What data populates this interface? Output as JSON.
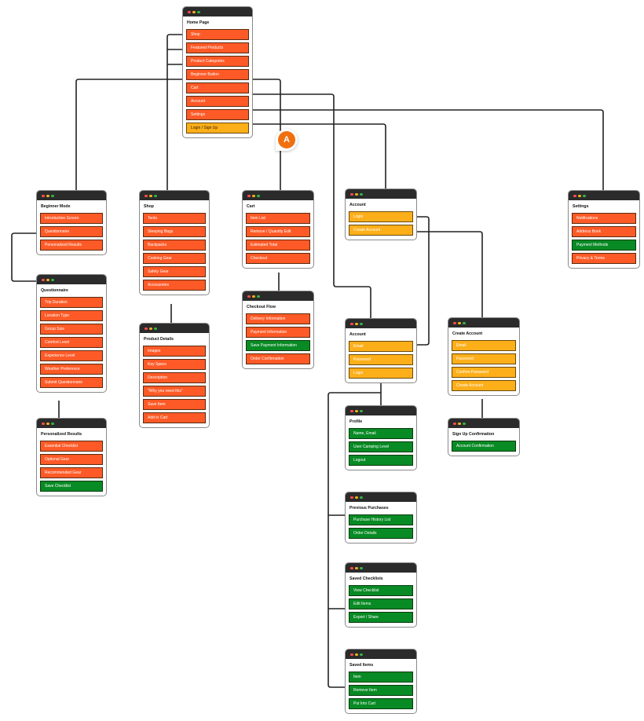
{
  "diagram_title": "Camping Gear Shop Sitemap",
  "colors": {
    "primary_item": "#fe5a27",
    "auth_item": "#fdaf1a",
    "user_item": "#088a24",
    "window_bar": "#2b2b2b",
    "connector": "#222222",
    "marker": "#f07010"
  },
  "marker": {
    "label": "A"
  },
  "windows": [
    {
      "id": "home",
      "title": "Home Page",
      "items": [
        {
          "label": "Shop",
          "color": "orange"
        },
        {
          "label": "Featured Products",
          "color": "orange"
        },
        {
          "label": "Product Categories",
          "color": "orange"
        },
        {
          "label": "Beginner Button",
          "color": "orange"
        },
        {
          "label": "Cart",
          "color": "orange"
        },
        {
          "label": "Account",
          "color": "orange"
        },
        {
          "label": "Settings",
          "color": "orange"
        },
        {
          "label": "Login / Sign Up",
          "color": "yellow"
        }
      ]
    },
    {
      "id": "beginner",
      "title": "Beginner Mode",
      "items": [
        {
          "label": "Introduction Screen",
          "color": "orange"
        },
        {
          "label": "Questionnaire",
          "color": "orange"
        },
        {
          "label": "Personalized Results",
          "color": "orange"
        }
      ]
    },
    {
      "id": "questionnaire",
      "title": "Questionnaire",
      "items": [
        {
          "label": "Trip Duration",
          "color": "orange"
        },
        {
          "label": "Location Type",
          "color": "orange"
        },
        {
          "label": "Group Size",
          "color": "orange"
        },
        {
          "label": "Comfort Level",
          "color": "orange"
        },
        {
          "label": "Experience Level",
          "color": "orange"
        },
        {
          "label": "Weather Preference",
          "color": "orange"
        },
        {
          "label": "Submit Questionnaire",
          "color": "orange"
        }
      ]
    },
    {
      "id": "results",
      "title": "Personalized Results",
      "items": [
        {
          "label": "Essential Checklist",
          "color": "orange"
        },
        {
          "label": "Optional Gear",
          "color": "orange"
        },
        {
          "label": "Recommended Gear",
          "color": "orange"
        },
        {
          "label": "Save Checklist",
          "color": "green"
        }
      ]
    },
    {
      "id": "shop",
      "title": "Shop",
      "items": [
        {
          "label": "Tents",
          "color": "orange"
        },
        {
          "label": "Sleeping Bags",
          "color": "orange"
        },
        {
          "label": "Backpacks",
          "color": "orange"
        },
        {
          "label": "Cooking Gear",
          "color": "orange"
        },
        {
          "label": "Safety Gear",
          "color": "orange"
        },
        {
          "label": "Accessories",
          "color": "orange"
        }
      ]
    },
    {
      "id": "product",
      "title": "Product Details",
      "items": [
        {
          "label": "Images",
          "color": "orange"
        },
        {
          "label": "Key Specs",
          "color": "orange"
        },
        {
          "label": "Description",
          "color": "orange"
        },
        {
          "label": "\"Why you need this\"",
          "color": "orange"
        },
        {
          "label": "Save Item",
          "color": "orange"
        },
        {
          "label": "Add to Cart",
          "color": "orange"
        }
      ]
    },
    {
      "id": "cart",
      "title": "Cart",
      "items": [
        {
          "label": "Item List",
          "color": "orange"
        },
        {
          "label": "Remove / Quantity Edit",
          "color": "orange"
        },
        {
          "label": "Estimated Total",
          "color": "orange"
        },
        {
          "label": "Checkout",
          "color": "orange"
        }
      ]
    },
    {
      "id": "checkout",
      "title": "Checkout Flow",
      "items": [
        {
          "label": "Delivery Information",
          "color": "orange"
        },
        {
          "label": "Payment Information",
          "color": "orange"
        },
        {
          "label": "Save Payment Information",
          "color": "green"
        },
        {
          "label": "Order Confirmation",
          "color": "orange"
        }
      ]
    },
    {
      "id": "account-entry",
      "title": "Account",
      "items": [
        {
          "label": "Login",
          "color": "yellow"
        },
        {
          "label": "Create Account",
          "color": "yellow"
        }
      ]
    },
    {
      "id": "settings",
      "title": "Settings",
      "items": [
        {
          "label": "Notifications",
          "color": "orange"
        },
        {
          "label": "Address Book",
          "color": "orange"
        },
        {
          "label": "Payment Methods",
          "color": "green"
        },
        {
          "label": "Privacy & Terms",
          "color": "orange"
        }
      ]
    },
    {
      "id": "login",
      "title": "Account",
      "items": [
        {
          "label": "Email",
          "color": "yellow"
        },
        {
          "label": "Password",
          "color": "yellow"
        },
        {
          "label": "Login",
          "color": "yellow"
        }
      ]
    },
    {
      "id": "create-account",
      "title": "Create Account",
      "items": [
        {
          "label": "Email",
          "color": "yellow"
        },
        {
          "label": "Password",
          "color": "yellow"
        },
        {
          "label": "Confirm Password",
          "color": "yellow"
        },
        {
          "label": "Create Account",
          "color": "yellow"
        }
      ]
    },
    {
      "id": "profile",
      "title": "Profile",
      "items": [
        {
          "label": "Name, Email",
          "color": "green"
        },
        {
          "label": "User Camping Level",
          "color": "green"
        },
        {
          "label": "Logout",
          "color": "green"
        }
      ]
    },
    {
      "id": "signup-confirm",
      "title": "Sign Up Confirmation",
      "items": [
        {
          "label": "Account Confirmation",
          "color": "green"
        }
      ]
    },
    {
      "id": "purchases",
      "title": "Previous Purchases",
      "items": [
        {
          "label": "Purchase History List",
          "color": "green"
        },
        {
          "label": "Order Details",
          "color": "green"
        }
      ]
    },
    {
      "id": "checklists",
      "title": "Saved Checklists",
      "items": [
        {
          "label": "View Checklist",
          "color": "green"
        },
        {
          "label": "Edit Items",
          "color": "green"
        },
        {
          "label": "Export / Share",
          "color": "green"
        }
      ]
    },
    {
      "id": "saved-items",
      "title": "Saved Items",
      "items": [
        {
          "label": "Item",
          "color": "green"
        },
        {
          "label": "Remove Item",
          "color": "green"
        },
        {
          "label": "Put Into Cart",
          "color": "green"
        }
      ]
    }
  ]
}
